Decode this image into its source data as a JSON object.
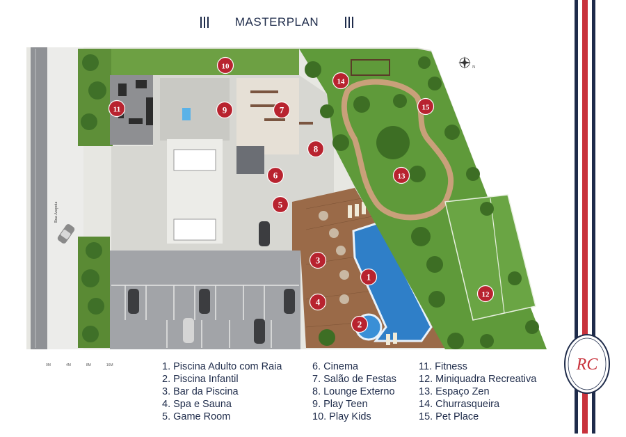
{
  "header": {
    "title": "MASTERPLAN"
  },
  "street_label": "Rua Arapoia",
  "compass": {
    "label": "N"
  },
  "markers": [
    {
      "number": "1",
      "name": "Piscina Adulto com Raia"
    },
    {
      "number": "2",
      "name": "Piscina Infantil"
    },
    {
      "number": "3",
      "name": "Bar da Piscina"
    },
    {
      "number": "4",
      "name": "Spa e Sauna"
    },
    {
      "number": "5",
      "name": "Game Room"
    },
    {
      "number": "6",
      "name": "Cinema"
    },
    {
      "number": "7",
      "name": "Salão de Festas"
    },
    {
      "number": "8",
      "name": "Lounge Externo"
    },
    {
      "number": "9",
      "name": "Play Teen"
    },
    {
      "number": "10",
      "name": "Play Kids"
    },
    {
      "number": "11",
      "name": "Fitness"
    },
    {
      "number": "12",
      "name": "Miniquadra Recreativa"
    },
    {
      "number": "13",
      "name": "Espaço Zen"
    },
    {
      "number": "14",
      "name": "Churrasqueira"
    },
    {
      "number": "15",
      "name": "Pet Place"
    }
  ],
  "legend": {
    "col1": [
      "1. Piscina Adulto com Raia",
      "2. Piscina Infantil",
      "3. Bar da Piscina",
      "4. Spa e Sauna",
      "5. Game Room"
    ],
    "col2": [
      "6. Cinema",
      "7. Salão de Festas",
      "8. Lounge Externo",
      "9. Play Teen",
      "10. Play Kids"
    ],
    "col3": [
      "11. Fitness",
      "12. Miniquadra Recreativa",
      "13. Espaço Zen",
      "14. Churrasqueira",
      "15. Pet Place"
    ]
  },
  "scale_labels": [
    "0M",
    "4M",
    "8M",
    "16M"
  ],
  "colors": {
    "navy": "#1e2b4a",
    "red": "#c8323c",
    "marker": "#b8232f",
    "grass": "#5f9a3a",
    "paving": "#d9d9d4",
    "parking": "#9c9ea2",
    "deck": "#9a6a48",
    "pool": "#2f7fc8",
    "trail": "#c9a07a"
  },
  "logo": {
    "glyph": "RC"
  }
}
